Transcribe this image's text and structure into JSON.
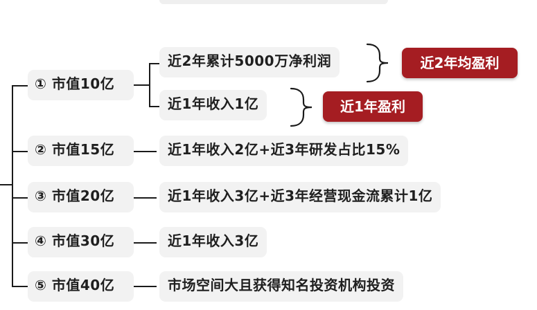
{
  "tiers": [
    {
      "label": "① 市值10亿",
      "conditions": [
        {
          "text": "近2年累计5000万净利润",
          "tag": "近2年均盈利"
        },
        {
          "text": "近1年收入1亿",
          "tag": "近1年盈利"
        }
      ]
    },
    {
      "label": "② 市值15亿",
      "conditions": [
        {
          "text": "近1年收入2亿+近3年研发占比15%"
        }
      ]
    },
    {
      "label": "③ 市值20亿",
      "conditions": [
        {
          "text": "近1年收入3亿+近3年经营现金流累计1亿"
        }
      ]
    },
    {
      "label": "④ 市值30亿",
      "conditions": [
        {
          "text": "近1年收入3亿"
        }
      ]
    },
    {
      "label": "⑤ 市值40亿",
      "conditions": [
        {
          "text": "市场空间大且获得知名投资机构投资"
        }
      ]
    }
  ],
  "colors": {
    "tag_bg": "#a51d22",
    "box_bg": "#f2f2f2",
    "line": "#1a1a1a"
  }
}
